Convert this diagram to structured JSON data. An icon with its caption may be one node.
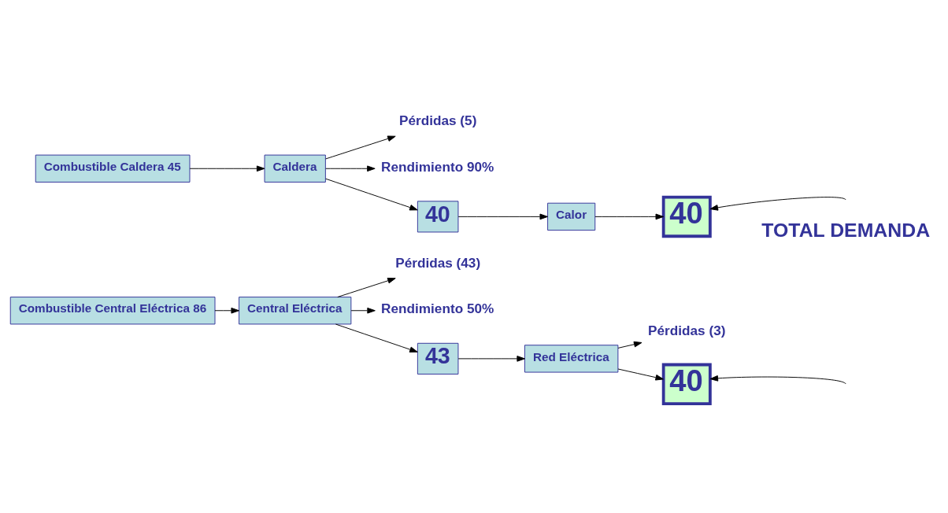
{
  "diagram": {
    "nodes": [
      {
        "text": [
          "Combustible Central Eléctrica 86"
        ]
      },
      {
        "text": [
          "Central Eléctrica"
        ]
      },
      {
        "text": [
          "Pérdidas (43)"
        ]
      },
      {
        "text": [
          "Rendimiento 50%"
        ]
      },
      {
        "text": [
          "43"
        ]
      },
      {
        "text": [
          "Red Eléctrica"
        ]
      },
      {
        "text": [
          "Pérdidas (3)"
        ]
      },
      {
        "text": [
          "40"
        ]
      },
      {
        "text": [
          "Combustible Caldera 45"
        ]
      },
      {
        "text": [
          "Caldera"
        ]
      },
      {
        "text": [
          "Pérdidas (5)"
        ]
      },
      {
        "text": [
          "Rendimiento 90%"
        ]
      },
      {
        "text": [
          "40"
        ]
      },
      {
        "text": [
          "Calor"
        ]
      },
      {
        "text": [
          "40"
        ]
      }
    ],
    "edges": [
      {
        "from": 0,
        "to": 1,
        "arrow": "to"
      },
      {
        "from": 1,
        "to": 2,
        "arrow": "to"
      },
      {
        "from": 1,
        "to": 3,
        "arrow": "to"
      },
      {
        "from": 1,
        "to": 4,
        "arrow": "to"
      },
      {
        "from": 4,
        "to": 5,
        "arrow": "to"
      },
      {
        "from": 5,
        "to": 6,
        "arrow": "to"
      },
      {
        "from": 5,
        "to": 7,
        "arrow": "to"
      },
      {
        "from": null,
        "to": 7,
        "arrow": "to"
      },
      {
        "from": 8,
        "to": 9,
        "arrow": "to"
      },
      {
        "from": 9,
        "to": 10,
        "arrow": "to"
      },
      {
        "from": 9,
        "to": 11,
        "arrow": "to"
      },
      {
        "from": 9,
        "to": 12,
        "arrow": "to"
      },
      {
        "from": 12,
        "to": 13,
        "arrow": "to"
      },
      {
        "from": 13,
        "to": 14,
        "arrow": "to"
      },
      {
        "from": null,
        "to": 14,
        "arrow": "to"
      }
    ],
    "labels": [
      "TOTAL DEMANDA"
    ]
  }
}
